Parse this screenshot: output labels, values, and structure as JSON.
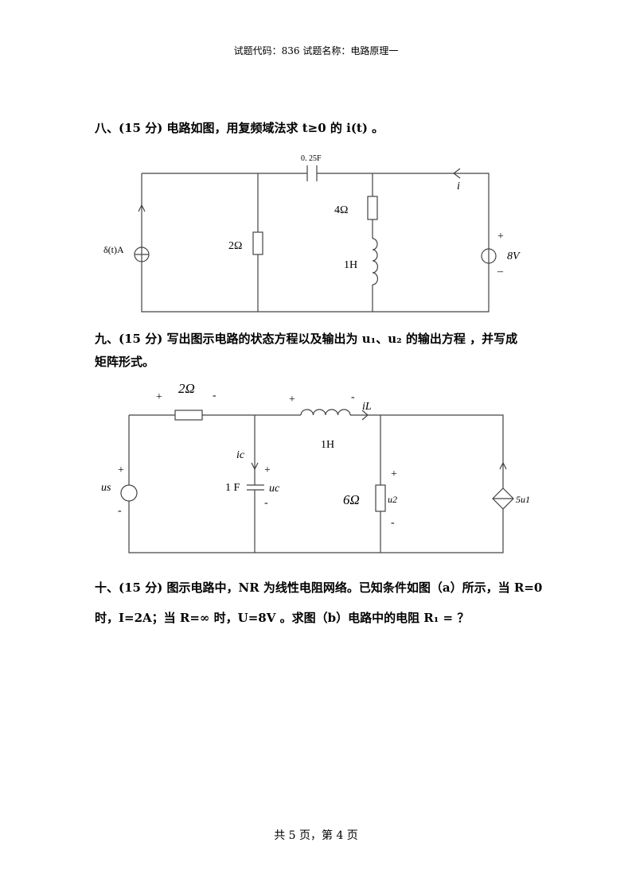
{
  "header": "试题代码：836 试题名称：电路原理一",
  "q8": {
    "text": "八、(15 分) 电路如图，用复频域法求 t≥0 的 i(t) 。",
    "labels": {
      "cap": "0. 25F",
      "i": "i",
      "r4": "4Ω",
      "r2": "2Ω",
      "l": "1H",
      "src": "δ(t)A",
      "plus": "+",
      "v": "8V",
      "minus": "–"
    }
  },
  "q9": {
    "line1": "九、(15 分) 写出图示电路的状态方程以及输出为 u₁、u₂ 的输出方程 ，并写成",
    "line2": "矩阵形式。",
    "labels": {
      "r_plus": "+",
      "r": "2Ω",
      "r_minus": "-",
      "l_plus": "+",
      "l_minus": "-",
      "il": "iL",
      "l": "1H",
      "ic": "ic",
      "c_plus": "+",
      "c": "1 F",
      "uc": "uc",
      "c_minus": "-",
      "us_plus": "+",
      "us": "us",
      "us_minus": "-",
      "r6": "6Ω",
      "u2": "u2",
      "u2_plus": "+",
      "u2_minus": "-",
      "dep": "5u1"
    }
  },
  "q10": {
    "line1": "十、(15 分) 图示电路中，NR 为线性电阻网络。已知条件如图（a）所示，当 R=0",
    "line2": "时，I=2A；当 R=∞  时，U=8V 。求图（b）电路中的电阻 R₁ = ？"
  },
  "footer": "共 5 页，第 4 页"
}
